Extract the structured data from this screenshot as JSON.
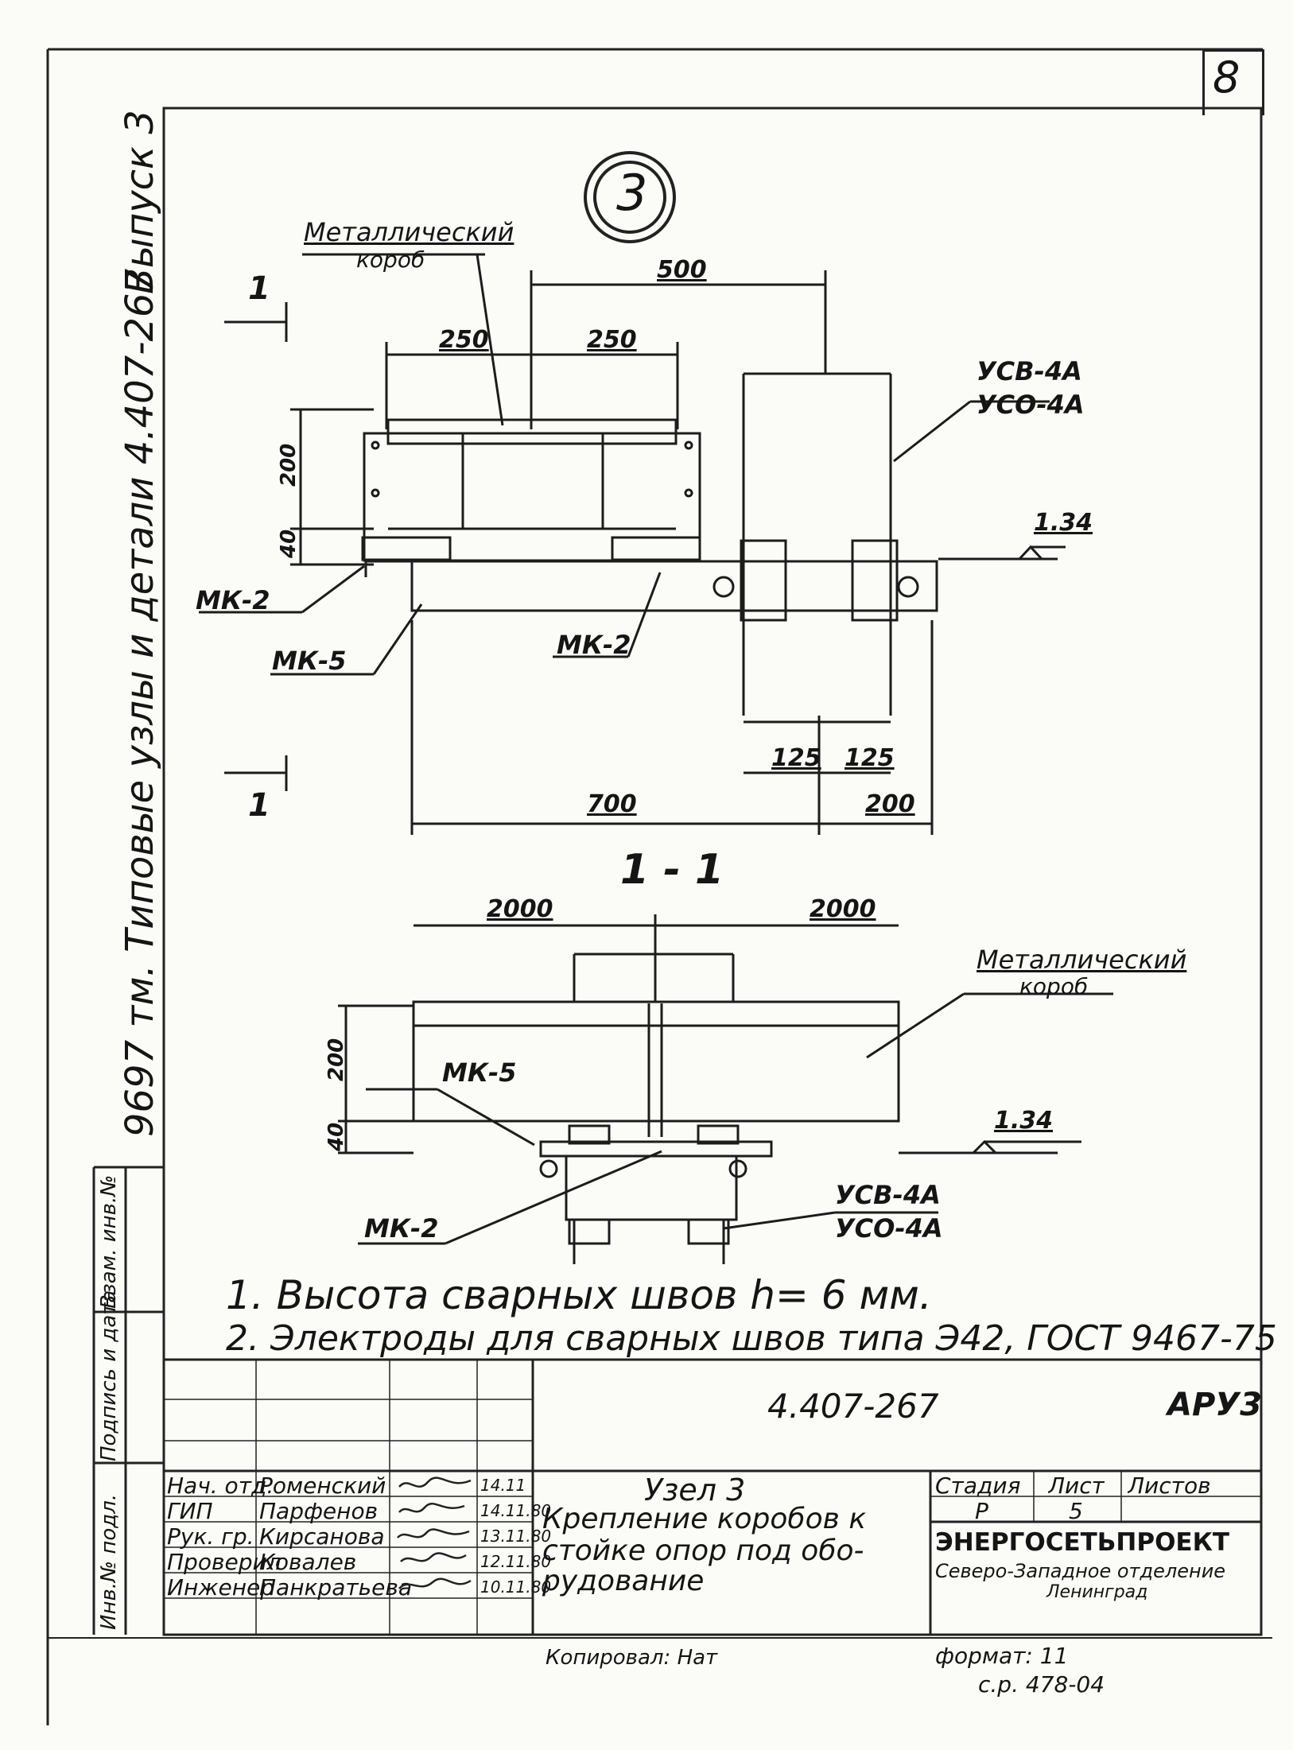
{
  "sheet_number": "8",
  "side_stamp": {
    "series": "Выпуск 3",
    "title": "9697 тм.  Типовые  узлы  и  детали 4.407-267"
  },
  "left_strip": {
    "inv_sub": "Инв.№ подл.",
    "sign_date": "Подпись и дата",
    "swap_inv": "Взам. инв.№"
  },
  "detail_number": "3",
  "plan": {
    "box_label_line1": "Металлический",
    "box_label_line2": "короб",
    "section_mark": "1",
    "dim_500": "500",
    "dim_250a": "250",
    "dim_250b": "250",
    "dim_200": "200",
    "dim_40": "40",
    "post_label_top": "УСВ-4А",
    "post_label_bottom": "УСО-4А",
    "level": "1.34",
    "mk2_left": "МК-2",
    "mk5": "МК-5",
    "mk2_mid": "МК-2",
    "dim_125a": "125",
    "dim_125b": "125",
    "dim_700": "700",
    "dim_200b": "200"
  },
  "section": {
    "title": "1 - 1",
    "dim_2000a": "2000",
    "dim_2000b": "2000",
    "box_label_line1": "Металлический",
    "box_label_line2": "короб",
    "dim_200": "200",
    "dim_40": "40",
    "mk5": "МК-5",
    "level": "1.34",
    "mk2": "МК-2",
    "post_label_top": "УСВ-4А",
    "post_label_bottom": "УСО-4А"
  },
  "notes": [
    "1.  Высота  сварных  швов  h= 6 мм.",
    "2.  Электроды  для  сварных  швов  типа  Э42,  ГОСТ  9467-75"
  ],
  "title_block": {
    "doc_code": "4.407-267",
    "mark": "АРУ3",
    "roles": [
      {
        "role": "Нач. отд.",
        "name": "Роменский",
        "date": "14.11"
      },
      {
        "role": "ГИП",
        "name": "Парфенов",
        "date": "14.11.80"
      },
      {
        "role": "Рук. гр.",
        "name": "Кирсанова",
        "date": "13.11.80"
      },
      {
        "role": "Проверил",
        "name": "Ковалев",
        "date": "12.11.80"
      },
      {
        "role": "Инженер",
        "name": "Панкратьева",
        "date": "10.11.80"
      }
    ],
    "title_line1": "Узел  3",
    "title_line2": "Крепление  коробов  к",
    "title_line3": "стойке  опор  под  обо-",
    "title_line4": "рудование",
    "stage_label": "Стадия",
    "sheet_label": "Лист",
    "sheets_label": "Листов",
    "stage": "Р",
    "sheet": "5",
    "org": "ЭНЕРГОСЕТЬПРОЕКТ",
    "org_div": "Северо-Западное отделение",
    "org_city": "Ленинград"
  },
  "footer": {
    "copied": "Копировал: Нат",
    "format": "формат: 11",
    "ref": "с.р. 478-04"
  }
}
